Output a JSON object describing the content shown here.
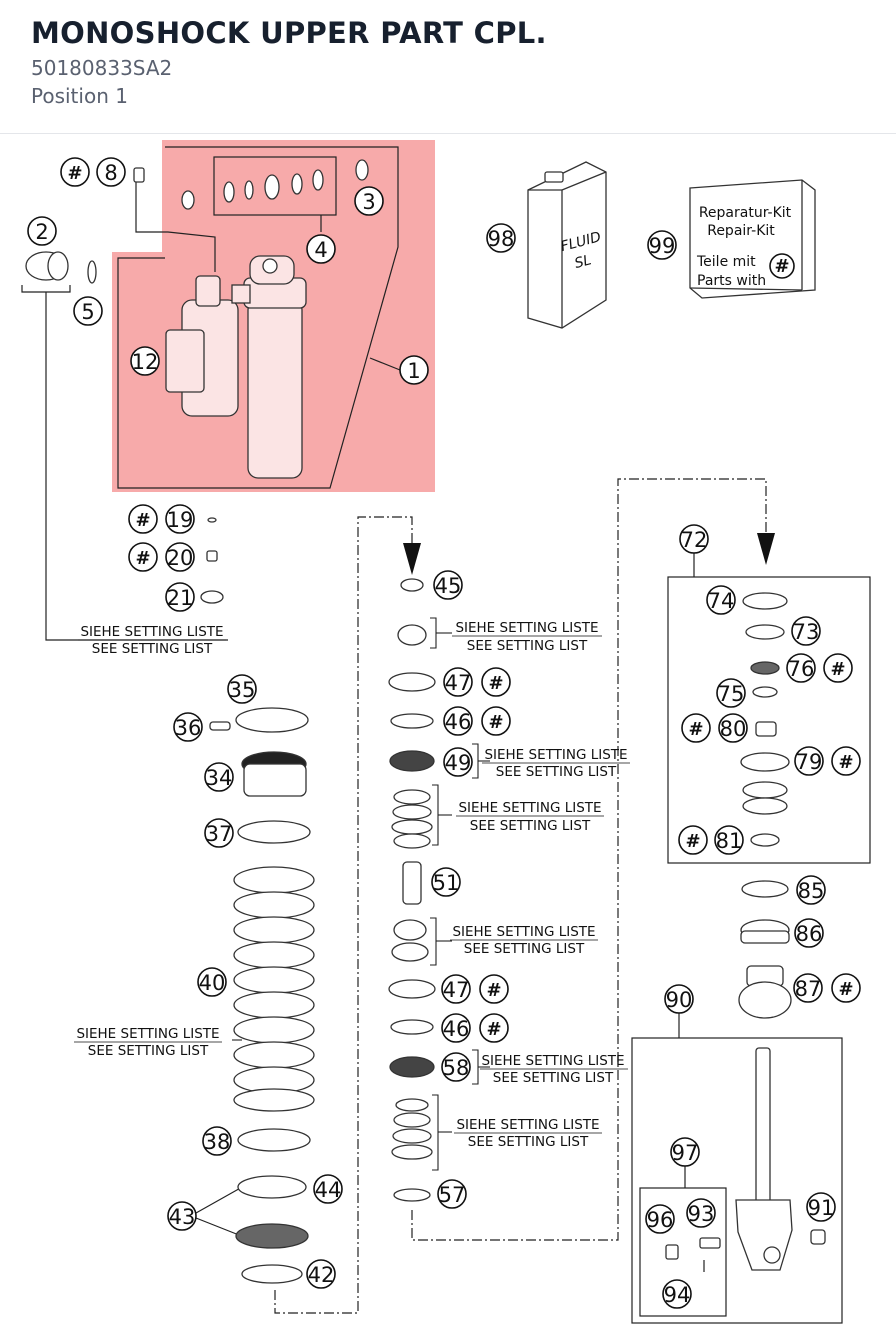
{
  "header": {
    "title": "MONOSHOCK UPPER PART CPL.",
    "part_number": "50180833SA2",
    "position": "Position 1"
  },
  "colors": {
    "highlight": "#f7a5a5",
    "line": "#222222",
    "title": "#17202e",
    "subtitle": "#5a6170"
  },
  "diagram": {
    "hash_symbol": "#",
    "fluid_label_1": "FLUID",
    "fluid_label_2": "SL",
    "repair_kit_1": "Reparatur-Kit",
    "repair_kit_2": "Repair-Kit",
    "repair_kit_3": "Teile mit",
    "repair_kit_4": "Parts with",
    "note_de": "SIEHE SETTING LISTE",
    "note_en": "SEE SETTING LIST",
    "callouts": {
      "c1": "1",
      "c2": "2",
      "c3": "3",
      "c4": "4",
      "c5": "5",
      "c8": "8",
      "c12": "12",
      "c19": "19",
      "c20": "20",
      "c21": "21",
      "c34": "34",
      "c35": "35",
      "c36": "36",
      "c37": "37",
      "c38": "38",
      "c40": "40",
      "c42": "42",
      "c43": "43",
      "c44": "44",
      "c45": "45",
      "c46a": "46",
      "c46b": "46",
      "c47a": "47",
      "c47b": "47",
      "c49": "49",
      "c51": "51",
      "c57": "57",
      "c58": "58",
      "c72": "72",
      "c73": "73",
      "c74": "74",
      "c75": "75",
      "c76": "76",
      "c79": "79",
      "c80": "80",
      "c81": "81",
      "c85": "85",
      "c86": "86",
      "c87": "87",
      "c90": "90",
      "c91": "91",
      "c93": "93",
      "c94": "94",
      "c96": "96",
      "c97": "97",
      "c98": "98",
      "c99": "99"
    }
  }
}
